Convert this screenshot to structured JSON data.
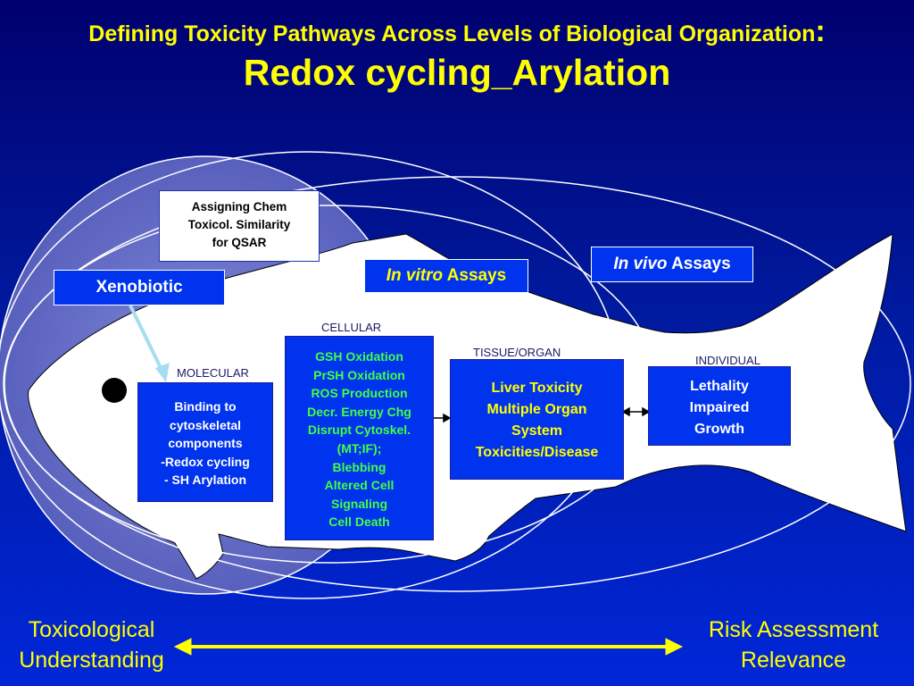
{
  "title": {
    "line1": "Defining Toxicity Pathways Across Levels of Biological Organization",
    "colon": ":",
    "line2": "Redox cycling_Arylation"
  },
  "qsar_box": [
    "Assigning Chem",
    "Toxicol. Similarity",
    "for QSAR"
  ],
  "xenobiotic": "Xenobiotic",
  "in_vitro": {
    "italic": "In vitro",
    "rest": " Assays"
  },
  "in_vivo": {
    "italic": "In vivo",
    "rest": " Assays"
  },
  "levels": {
    "molecular": "MOLECULAR",
    "cellular": "CELLULAR",
    "tissue": "TISSUE/ORGAN",
    "individual": "INDIVIDUAL"
  },
  "molecular_box": [
    "Binding to",
    "cytoskeletal",
    "components",
    "-Redox cycling",
    "- SH Arylation"
  ],
  "cellular_box": [
    "GSH Oxidation",
    "PrSH Oxidation",
    "ROS Production",
    "Decr. Energy Chg",
    "Disrupt Cytoskel.",
    "(MT;IF);",
    "Blebbing",
    "Altered Cell",
    "Signaling",
    "Cell Death"
  ],
  "tissue_box": [
    "Liver Toxicity",
    "Multiple Organ",
    "System",
    "Toxicities/Disease"
  ],
  "individual_box": [
    "Lethality",
    "Impaired",
    "Growth"
  ],
  "bottom_left": [
    "Toxicological",
    "Understanding"
  ],
  "bottom_right": [
    "Risk Assessment",
    "Relevance"
  ],
  "colors": {
    "title": "#ffff00",
    "cellular_text": "#44ff44",
    "tissue_text": "#ffff00",
    "arrow_light": "#a8dcf0"
  }
}
